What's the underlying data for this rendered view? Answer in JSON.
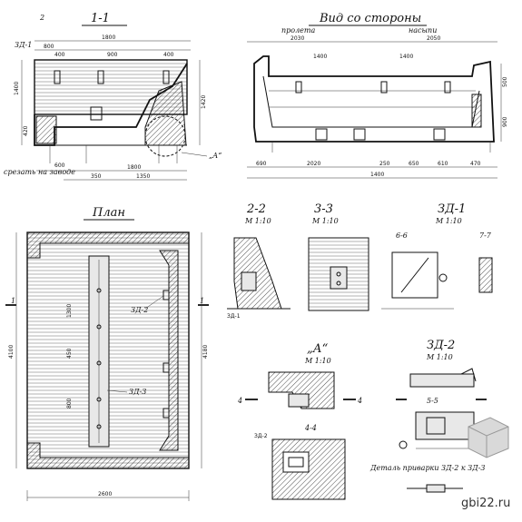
{
  "titles": {
    "section_1_1": "1-1",
    "side_view": "Вид со стороны",
    "plan": "План",
    "section_2_2": "2-2",
    "section_3_3": "3-3",
    "part_zd1": "ЗД-1",
    "detail_a": "„А“",
    "part_zd2": "ЗД-2",
    "section_4_4": "4-4",
    "section_5_5": "5-5",
    "section_6_6": "6-6",
    "section_7_7": "7-7",
    "detail_note": "Деталь приварки ЗД-2 к ЗД-3"
  },
  "scales": {
    "s22": "М 1:10",
    "s33": "М 1:10",
    "zd1": "М 1:10",
    "detA": "М 1:10",
    "zd2": "М 1:10"
  },
  "side_view_labels": {
    "span": "пролета",
    "embankment": "насыпи"
  },
  "section_1_1_dims": {
    "top_1800": "1800",
    "top_800": "800",
    "d400a": "400",
    "d900": "900",
    "d400b": "400",
    "left_1400": "1400",
    "left_420": "420",
    "right_1420": "1420",
    "bot_1800": "1800",
    "bot_1350": "1350",
    "bot_350": "350",
    "bot_600": "600",
    "note_cut": "срезать на заводе",
    "mark_zd1": "ЗД-1",
    "mark_2": "2",
    "mark_a": "„А“"
  },
  "side_view_dims": {
    "top_2030a": "2030",
    "top_2050b": "2050",
    "inner_1400a": "1400",
    "inner_1400b": "1400",
    "bot_2020": "2020",
    "bot_1400": "1400",
    "bot_690": "690",
    "bot_250": "250",
    "bot_650": "650",
    "bot_610": "610",
    "bot_470": "470",
    "h_500": "500",
    "h_900": "900"
  },
  "plan_dims": {
    "width_2600": "2600",
    "height_4100": "4100",
    "height_4180": "4180",
    "d1300": "1300",
    "d450": "450",
    "d800": "800",
    "mark_zd2": "ЗД-2",
    "mark_zd3": "ЗД-3",
    "mark_1": "1"
  },
  "watermark": "gbi22.ru"
}
